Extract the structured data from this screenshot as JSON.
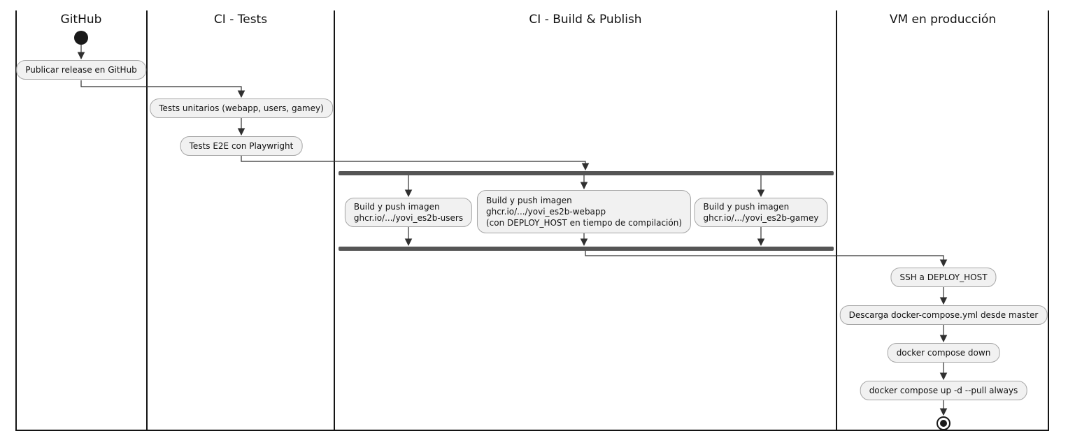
{
  "diagram": {
    "type": "activity-swimlane",
    "lanes": [
      {
        "id": "github",
        "title": "GitHub"
      },
      {
        "id": "ci-tests",
        "title": "CI - Tests"
      },
      {
        "id": "ci-build-publish",
        "title": "CI - Build & Publish"
      },
      {
        "id": "vm-produccion",
        "title": "VM en producción"
      }
    ],
    "activities": {
      "publish_release": {
        "label": "Publicar release en GitHub"
      },
      "tests_unit": {
        "label": "Tests unitarios (webapp, users, gamey)"
      },
      "tests_e2e": {
        "label": "Tests E2E con Playwright"
      },
      "build_users": {
        "lines": [
          "Build y push imagen",
          "ghcr.io/.../yovi_es2b-users"
        ]
      },
      "build_webapp": {
        "lines": [
          "Build y push imagen",
          "ghcr.io/.../yovi_es2b-webapp",
          "(con DEPLOY_HOST en tiempo de compilación)"
        ]
      },
      "build_gamey": {
        "lines": [
          "Build y push imagen",
          "ghcr.io/.../yovi_es2b-gamey"
        ]
      },
      "ssh_deploy": {
        "label": "SSH a DEPLOY_HOST"
      },
      "download_compose": {
        "label": "Descarga docker-compose.yml desde master"
      },
      "compose_down": {
        "label": "docker compose down"
      },
      "compose_up": {
        "label": "docker compose up -d --pull always"
      }
    },
    "colors": {
      "background": "#FFFFFF",
      "activity_fill": "#F1F1F1",
      "activity_border": "#A6A6A6",
      "fork_join_bar": "#555555",
      "connector": "#303030",
      "lane_line": "#141414",
      "text": "#121212"
    }
  }
}
